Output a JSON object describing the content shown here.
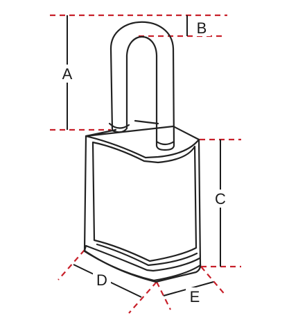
{
  "labels": {
    "a": "A",
    "b": "B",
    "c": "C",
    "d": "D",
    "e": "E"
  },
  "colors": {
    "extension_line": "#c8202a",
    "dimension_line": "#1a1a1a",
    "lock_outline": "#222222",
    "background": "#ffffff"
  },
  "icons": {
    "padlock": "padlock-icon"
  }
}
